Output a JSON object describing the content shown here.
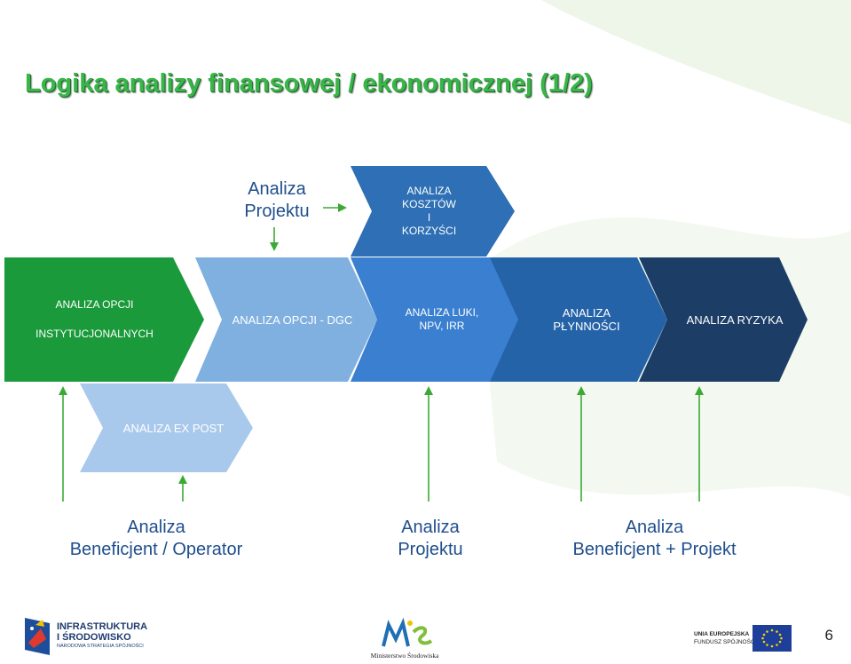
{
  "slide": {
    "title": "Logika analizy finansowej / ekonomicznej (1/2)",
    "page_number": "6"
  },
  "top_caption": {
    "line1": "Analiza",
    "line2": "Projektu"
  },
  "top_shape": {
    "lines": [
      "ANALIZA",
      "KOSZTÓW",
      "I",
      "KORZYŚCI"
    ],
    "color": "#2e6fb5"
  },
  "chain": [
    {
      "lines": [
        "ANALIZA OPCJI",
        "INSTYTUCJONALNYCH"
      ],
      "color": "#1a9a3a"
    },
    {
      "lines": [
        "ANALIZA OPCJI - DGC"
      ],
      "color": "#7fb0e0"
    },
    {
      "lines": [
        "ANALIZA LUKI,",
        "NPV, IRR"
      ],
      "color": "#3a7fd0"
    },
    {
      "lines": [
        "ANALIZA",
        "PŁYNNOŚCI"
      ],
      "color": "#2563a8"
    },
    {
      "lines": [
        "ANALIZA RYZYKA"
      ],
      "color": "#1b3d66"
    }
  ],
  "expost": {
    "lines": [
      "ANALIZA EX POST"
    ],
    "color": "#a9c9ec"
  },
  "bottom_captions": [
    {
      "line1": "Analiza",
      "line2": "Beneficjent / Operator"
    },
    {
      "line1": "Analiza",
      "line2": "Projektu"
    },
    {
      "line1": "Analiza",
      "line2": "Beneficjent + Projekt"
    }
  ],
  "footer": {
    "left_logo": {
      "line1": "INFRASTRUKTURA",
      "line2": "I ŚRODOWISKO",
      "line3": "NARODOWA STRATEGIA SPÓJNOŚCI"
    },
    "center_logo": {
      "text": "Ministerstwo Środowiska"
    },
    "right_logo": {
      "line1": "UNIA EUROPEJSKA",
      "line2": "FUNDUSZ SPÓJNOŚCI"
    }
  },
  "colors": {
    "arrow": "#3aaa35",
    "caption": "#1f4e8c",
    "title": "#39b54a"
  }
}
